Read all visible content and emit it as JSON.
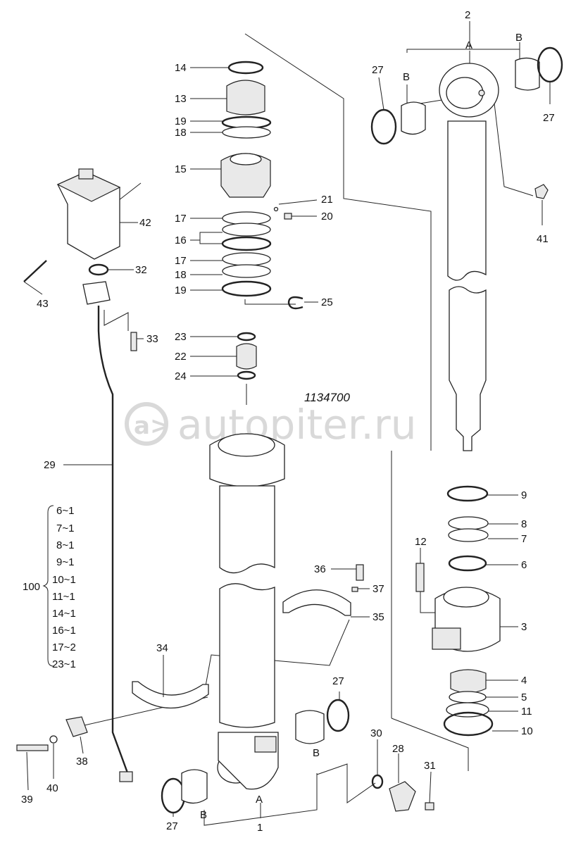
{
  "drawing_code": "1134700",
  "watermark": {
    "text": "autopiter.ru"
  },
  "labels": {
    "p1": "1",
    "p2": "2",
    "p3": "3",
    "p4": "4",
    "p5": "5",
    "p6": "6",
    "p7": "7",
    "p8": "8",
    "p9": "9",
    "p10": "10",
    "p11": "11",
    "p12": "12",
    "p13": "13",
    "p14": "14",
    "p15": "15",
    "p16": "16",
    "p17a": "17",
    "p17b": "17",
    "p18a": "18",
    "p18b": "18",
    "p19a": "19",
    "p19b": "19",
    "p20": "20",
    "p21": "21",
    "p22": "22",
    "p23": "23",
    "p24": "24",
    "p25": "25",
    "p27a": "27",
    "p27b": "27",
    "p27c": "27",
    "p27d": "27",
    "p28": "28",
    "p29": "29",
    "p30": "30",
    "p31": "31",
    "p32": "32",
    "p33": "33",
    "p34": "34",
    "p35": "35",
    "p36": "36",
    "p37": "37",
    "p38": "38",
    "p39": "39",
    "p40": "40",
    "p41": "41",
    "p42": "42",
    "p43": "43"
  },
  "letters": {
    "a_top": "A",
    "b_top_left": "B",
    "b_top_right": "B",
    "a_bottom": "A",
    "b_bottom_left": "B",
    "b_bottom_right": "B"
  },
  "kit": {
    "label": "100",
    "items": [
      "6~1",
      "7~1",
      "8~1",
      "9~1",
      "10~1",
      "11~1",
      "14~1",
      "16~1",
      "17~2",
      "23~1"
    ]
  }
}
